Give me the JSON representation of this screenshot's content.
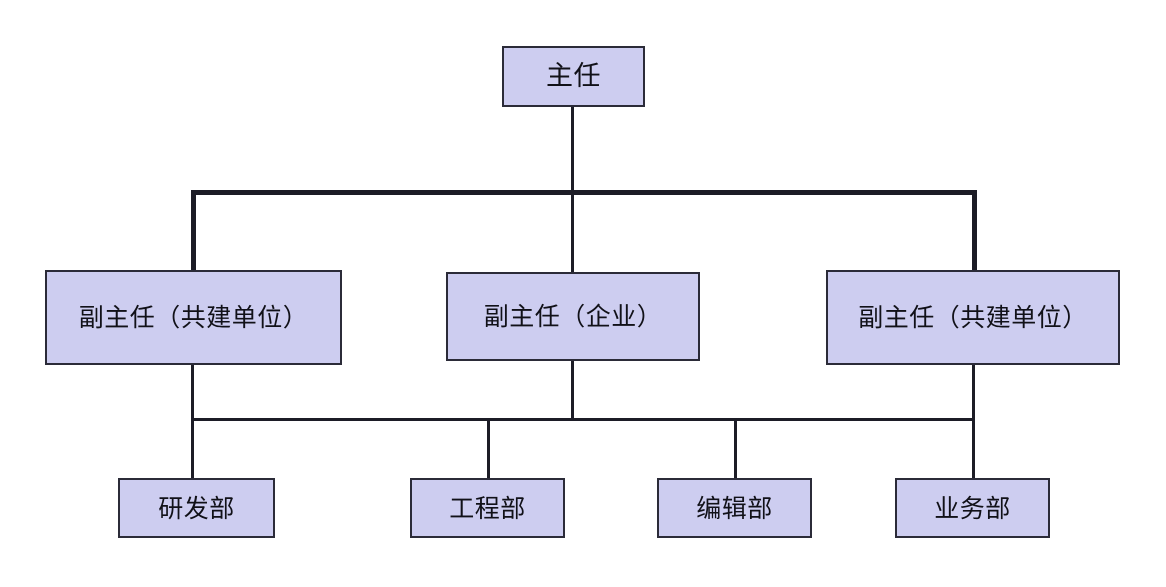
{
  "diagram": {
    "title": "",
    "type": "organization-chart",
    "colors": {
      "node_fill": "#cdcdf0",
      "node_border": "#2b2b38",
      "connector": "#1c1c26",
      "background": "#ffffff",
      "text": "#111118"
    },
    "levels": [
      {
        "name": "director",
        "nodes": [
          {
            "id": "root",
            "label": "主任"
          }
        ]
      },
      {
        "name": "deputy-directors",
        "nodes": [
          {
            "id": "deputy-left",
            "label": "副主任（共建单位）"
          },
          {
            "id": "deputy-middle",
            "label": "副主任（企业）"
          },
          {
            "id": "deputy-right",
            "label": "副主任（共建单位）"
          }
        ]
      },
      {
        "name": "departments",
        "nodes": [
          {
            "id": "dept-rd",
            "label": "研发部"
          },
          {
            "id": "dept-engineering",
            "label": "工程部"
          },
          {
            "id": "dept-editorial",
            "label": "编辑部"
          },
          {
            "id": "dept-business",
            "label": "业务部"
          }
        ]
      }
    ],
    "edges": [
      {
        "from": "root",
        "to": "deputy-left"
      },
      {
        "from": "root",
        "to": "deputy-middle"
      },
      {
        "from": "root",
        "to": "deputy-right"
      },
      {
        "from": "deputy-left",
        "to": "dept-rd"
      },
      {
        "from": "deputy-left",
        "to": "dept-engineering"
      },
      {
        "from": "deputy-middle",
        "to": "dept-editorial"
      },
      {
        "from": "deputy-right",
        "to": "dept-business"
      }
    ]
  }
}
